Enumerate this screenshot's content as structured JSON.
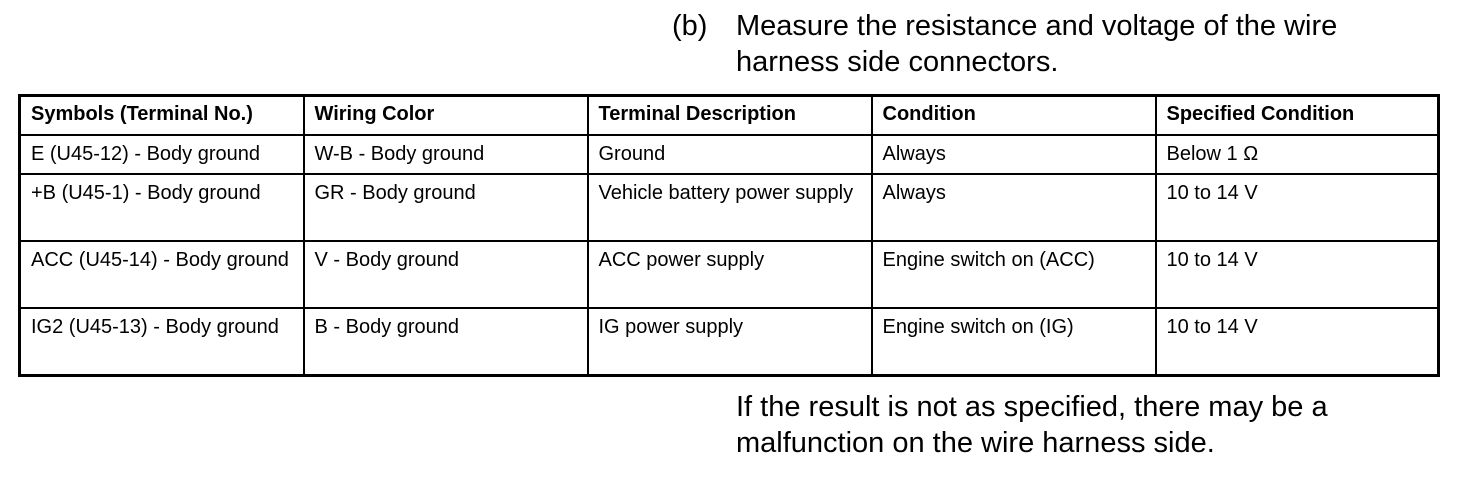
{
  "step": {
    "marker": "(b)",
    "text": "Measure the resistance and voltage of the wire harness side connectors."
  },
  "table": {
    "columns": [
      "Symbols (Terminal No.)",
      "Wiring Color",
      "Terminal Description",
      "Condition",
      "Specified Condition"
    ],
    "rows": [
      [
        "E (U45-12) - Body ground",
        "W-B - Body ground",
        "Ground",
        "Always",
        "Below 1 Ω"
      ],
      [
        "+B (U45-1) - Body ground",
        "GR - Body ground",
        "Vehicle battery power supply",
        "Always",
        "10 to 14 V"
      ],
      [
        "ACC (U45-14) - Body ground",
        "V - Body ground",
        "ACC power supply",
        "Engine switch on (ACC)",
        "10 to 14 V"
      ],
      [
        "IG2 (U45-13) - Body ground",
        "B - Body ground",
        "IG power supply",
        "Engine switch on (IG)",
        "10 to 14 V"
      ]
    ]
  },
  "note": "If the result is not as specified, there may be a malfunction on the wire harness side."
}
